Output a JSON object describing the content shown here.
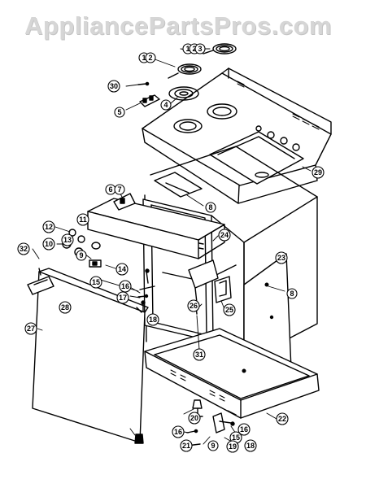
{
  "watermark": "AppliancePartsPros.com",
  "callouts": [
    {
      "id": "c1",
      "label": "1"
    },
    {
      "id": "c2",
      "label": "2"
    },
    {
      "id": "c3",
      "label": "3"
    },
    {
      "id": "c1b",
      "label": "1"
    },
    {
      "id": "c2b",
      "label": "2"
    },
    {
      "id": "c4",
      "label": "4"
    },
    {
      "id": "c5",
      "label": "5"
    },
    {
      "id": "c30",
      "label": "30"
    },
    {
      "id": "c6",
      "label": "6"
    },
    {
      "id": "c7",
      "label": "7"
    },
    {
      "id": "c8",
      "label": "8"
    },
    {
      "id": "c29",
      "label": "29"
    },
    {
      "id": "c11",
      "label": "11"
    },
    {
      "id": "c12",
      "label": "12"
    },
    {
      "id": "c13",
      "label": "13"
    },
    {
      "id": "c10",
      "label": "10"
    },
    {
      "id": "c9",
      "label": "9"
    },
    {
      "id": "c32",
      "label": "32"
    },
    {
      "id": "c14",
      "label": "14"
    },
    {
      "id": "c15",
      "label": "15"
    },
    {
      "id": "c16",
      "label": "16"
    },
    {
      "id": "c17",
      "label": "17"
    },
    {
      "id": "c24",
      "label": "24"
    },
    {
      "id": "c23",
      "label": "23"
    },
    {
      "id": "c8b",
      "label": "8"
    },
    {
      "id": "c26",
      "label": "26"
    },
    {
      "id": "c25",
      "label": "25"
    },
    {
      "id": "c28",
      "label": "28"
    },
    {
      "id": "c27",
      "label": "27"
    },
    {
      "id": "c18",
      "label": "18"
    },
    {
      "id": "c31",
      "label": "31"
    },
    {
      "id": "c22",
      "label": "22"
    },
    {
      "id": "c20",
      "label": "20"
    },
    {
      "id": "c16b",
      "label": "16"
    },
    {
      "id": "c15b",
      "label": "15"
    },
    {
      "id": "c21",
      "label": "21"
    },
    {
      "id": "c9b",
      "label": "9"
    },
    {
      "id": "c19",
      "label": "19"
    },
    {
      "id": "c18b",
      "label": "18"
    },
    {
      "id": "c16c",
      "label": "16"
    }
  ]
}
